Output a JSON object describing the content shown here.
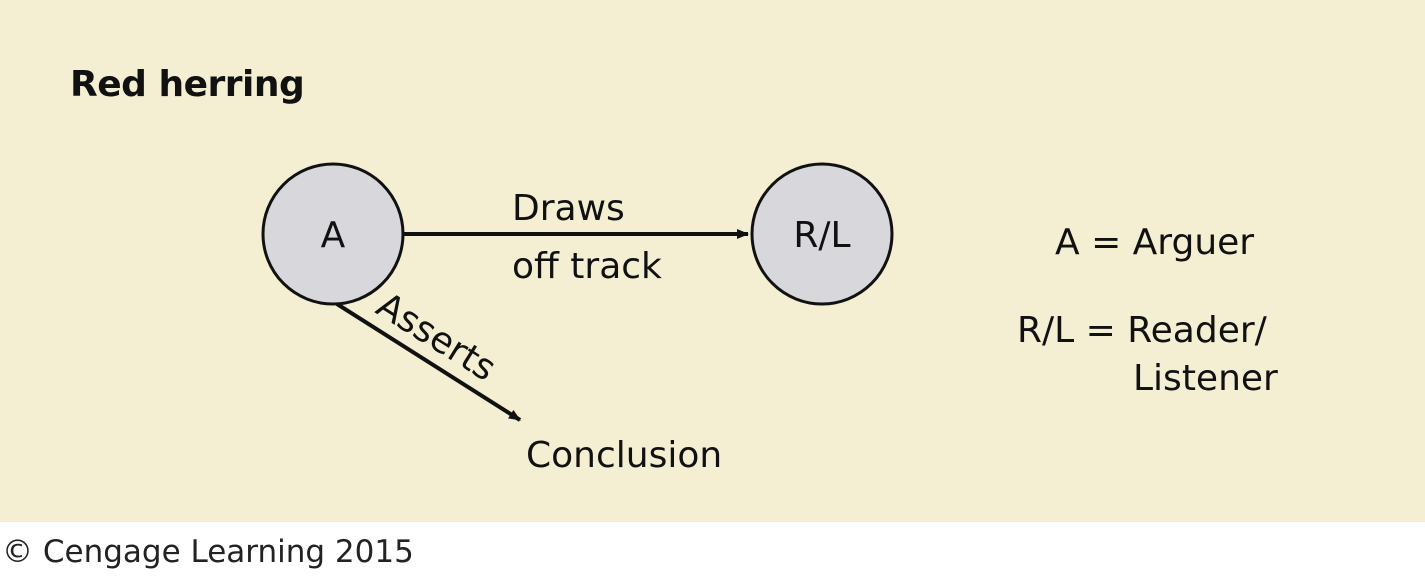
{
  "title": "Red herring",
  "nodes": {
    "arguer": {
      "label": "A"
    },
    "reader_listener": {
      "label": "R/L"
    }
  },
  "edges": {
    "draws": {
      "line1": "Draws",
      "line2": "off track"
    },
    "asserts": {
      "label": "Asserts"
    }
  },
  "conclusion": "Conclusion",
  "legend": {
    "arguer": "A = Arguer",
    "reader_line1": "R/L = Reader/",
    "reader_line2": "Listener"
  },
  "copyright": "© Cengage Learning 2015",
  "colors": {
    "background": "#f4efd3",
    "node_fill": "#d8d8dc",
    "stroke": "#111111"
  }
}
